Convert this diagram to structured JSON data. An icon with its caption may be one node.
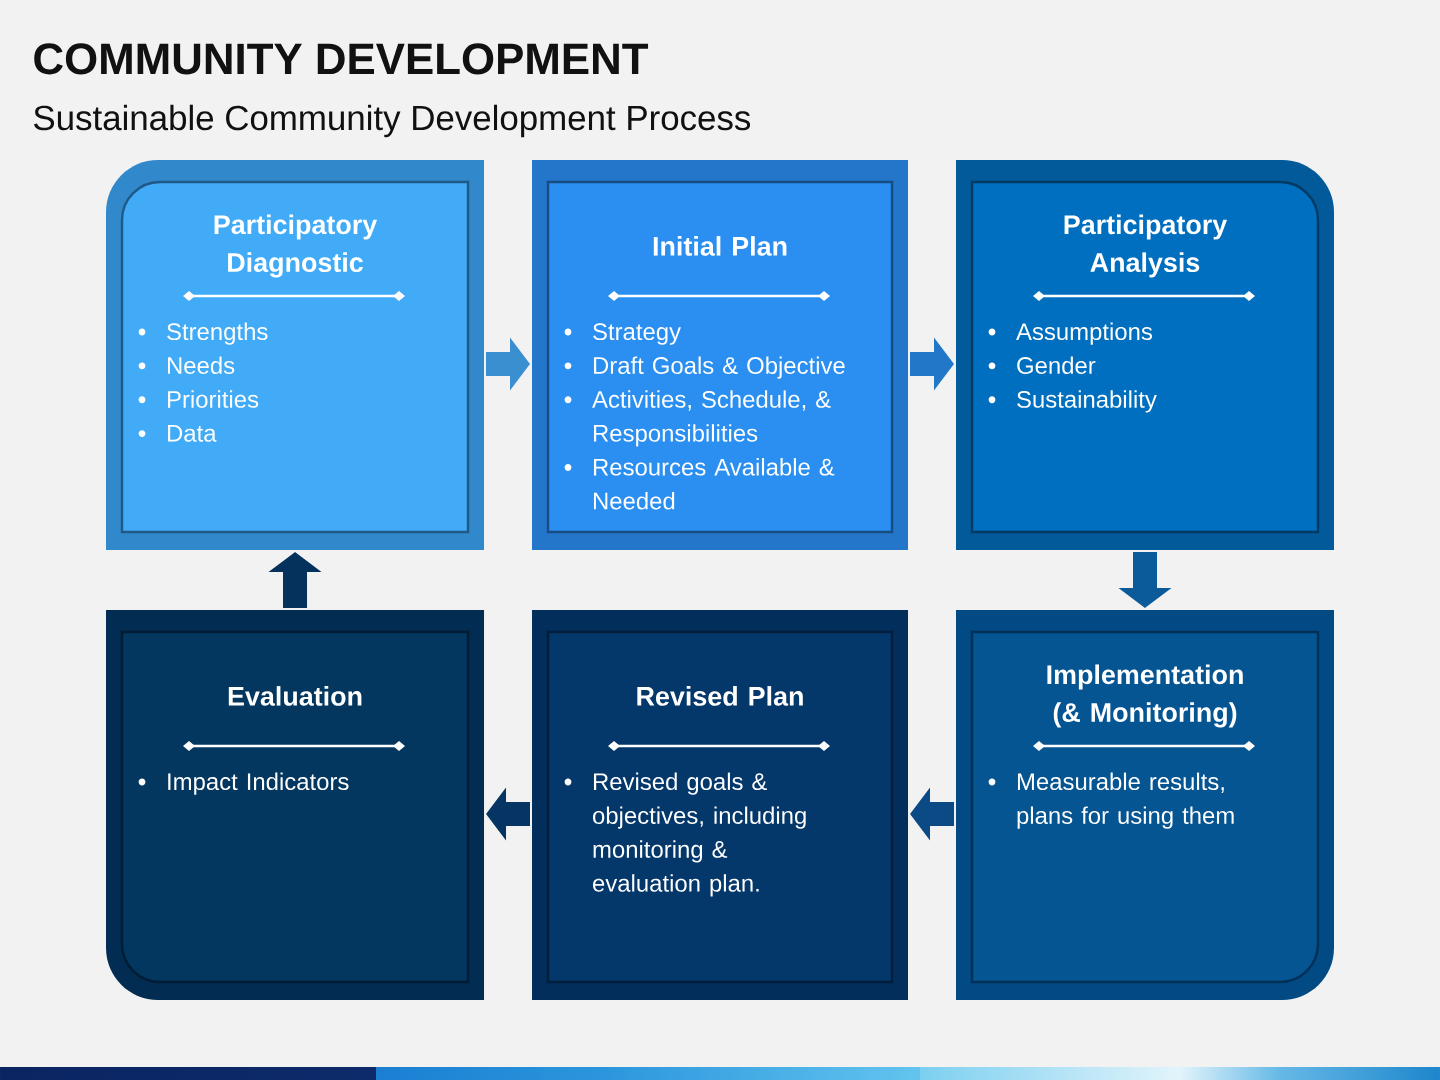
{
  "diagram": {
    "title": "COMMUNITY DEVELOPMENT",
    "nodes": [
      {
        "text": [
          "Participatory Diagnostic",
          "Strengths",
          "Needs",
          "Priorities",
          "Data"
        ]
      },
      {
        "text": [
          "Initial Plan",
          "Strategy",
          "Draft Goals & Objective",
          "Activities, Schedule, & Responsibilities",
          "Resources Available & Needed"
        ]
      },
      {
        "text": [
          "Participatory Analysis",
          "Assumptions",
          "Gender",
          "Sustainability"
        ]
      },
      {
        "text": [
          "Evaluation",
          "Impact Indicators"
        ]
      },
      {
        "text": [
          "Revised Plan",
          "Revised goals & objectives, including monitoring & evaluation plan."
        ]
      },
      {
        "text": [
          "Implementation (& Monitoring)",
          "Measurable results, plans for using them"
        ]
      }
    ],
    "edges": [
      {
        "from": 0,
        "to": 1,
        "arrow": "to",
        "color": "#3a8fd0"
      },
      {
        "from": 1,
        "to": 2,
        "arrow": "to",
        "color": "#2278c8"
      },
      {
        "from": 2,
        "to": 5,
        "arrow": "to",
        "color": "#0b5a9a"
      },
      {
        "from": 5,
        "to": 4,
        "arrow": "to",
        "color": "#0b4a85"
      },
      {
        "from": 4,
        "to": 3,
        "arrow": "to",
        "color": "#063563"
      },
      {
        "from": 3,
        "to": 0,
        "arrow": "to",
        "color": "#04325c"
      }
    ],
    "labels": [
      "Sustainable Community Development Process"
    ]
  }
}
